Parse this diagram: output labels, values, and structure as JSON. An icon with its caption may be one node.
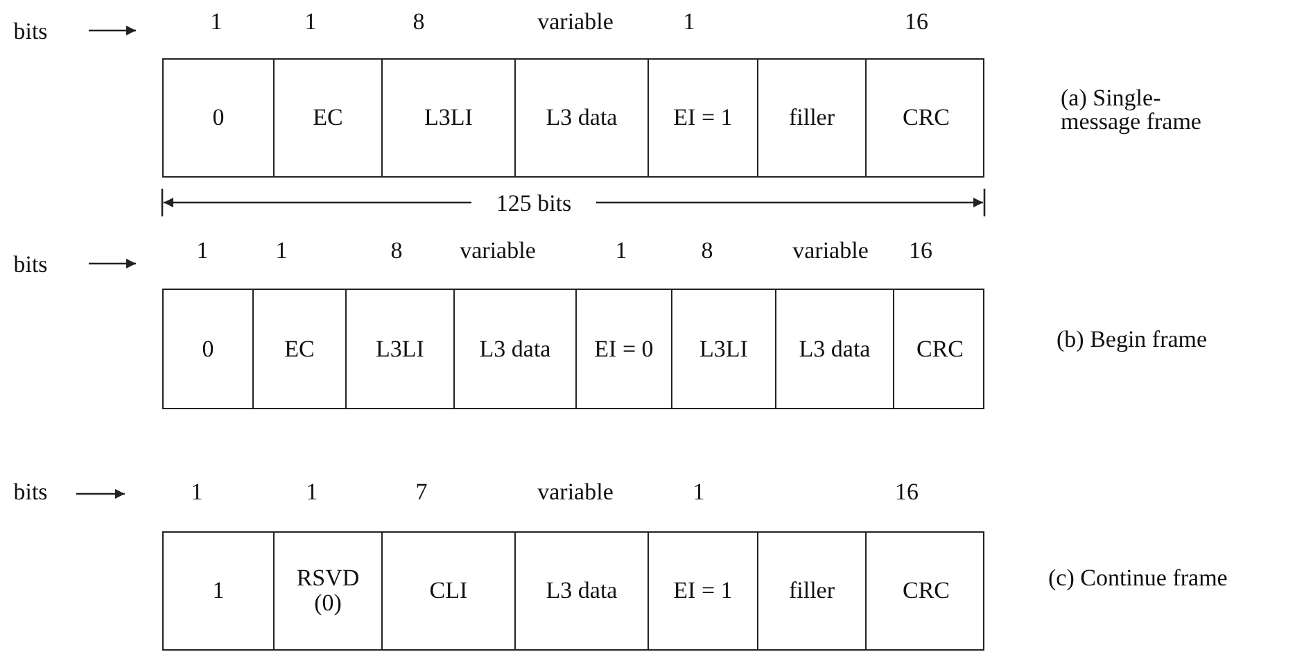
{
  "diagram": {
    "nodes": [
      {
        "text": [],
        "shape": "box",
        "beside": [
          "(a) Single-message frame"
        ]
      },
      {
        "text": [
          "0"
        ],
        "in": 0
      },
      {
        "text": [
          "EC"
        ],
        "in": 0
      },
      {
        "text": [
          "L3LI"
        ],
        "in": 0
      },
      {
        "text": [
          "L3 data"
        ],
        "in": 0
      },
      {
        "text": [
          "EI = 1"
        ],
        "in": 0
      },
      {
        "text": [
          "filler"
        ],
        "in": 0
      },
      {
        "text": [
          "CRC"
        ],
        "in": 0
      },
      {
        "text": [],
        "shape": "box",
        "beside": [
          "(b) Begin frame"
        ]
      },
      {
        "text": [
          "0"
        ],
        "in": 8
      },
      {
        "text": [
          "EC"
        ],
        "in": 8
      },
      {
        "text": [
          "L3LI"
        ],
        "in": 8
      },
      {
        "text": [
          "L3 data"
        ],
        "in": 8
      },
      {
        "text": [
          "EI = 0"
        ],
        "in": 8
      },
      {
        "text": [
          "L3LI"
        ],
        "in": 8
      },
      {
        "text": [
          "L3 data"
        ],
        "in": 8
      },
      {
        "text": [
          "CRC"
        ],
        "in": 8
      },
      {
        "text": [],
        "shape": "box",
        "beside": [
          "(c) Continue frame"
        ]
      },
      {
        "text": [
          "1"
        ],
        "in": 17
      },
      {
        "text": [
          "RSVD (0)"
        ],
        "in": 17
      },
      {
        "text": [
          "CLI"
        ],
        "in": 17
      },
      {
        "text": [
          "L3 data"
        ],
        "in": 17
      },
      {
        "text": [
          "EI = 1"
        ],
        "in": 17
      },
      {
        "text": [
          "filler"
        ],
        "in": 17
      },
      {
        "text": [
          "CRC"
        ],
        "in": 17
      }
    ],
    "labels": [
      "bits",
      "1",
      "1",
      "8",
      "variable",
      "1",
      "16",
      "125 bits",
      "bits",
      "1",
      "1",
      "8",
      "variable",
      "1",
      "8",
      "variable",
      "16",
      "bits",
      "1",
      "1",
      "7",
      "variable",
      "1",
      "16"
    ]
  }
}
